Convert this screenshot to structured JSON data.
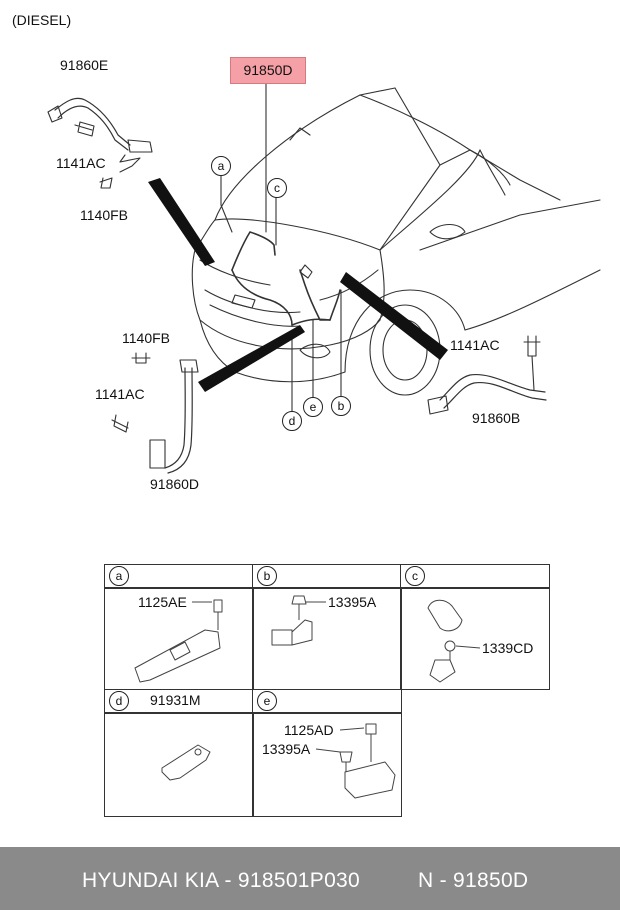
{
  "variant_label": "(DIESEL)",
  "highlighted_part": "91850D",
  "parts": {
    "p91860E": "91860E",
    "p1141AC_top": "1141AC",
    "p1140FB_top": "1140FB",
    "p1140FB_left": "1140FB",
    "p1141AC_left": "1141AC",
    "p91860D": "91860D",
    "p1141AC_right": "1141AC",
    "p91860B": "91860B"
  },
  "callouts": {
    "a": "a",
    "b": "b",
    "c": "c",
    "d": "d",
    "e": "e"
  },
  "legend": {
    "a": {
      "key": "a",
      "part": "1125AE"
    },
    "b": {
      "key": "b",
      "part": "13395A"
    },
    "c": {
      "key": "c",
      "part": "1339CD"
    },
    "d": {
      "key": "d",
      "part": "91931M"
    },
    "e": {
      "key": "e",
      "part1": "1125AD",
      "part2": "13395A"
    }
  },
  "footer": {
    "brand": "HYUNDAI  KIA - 918501P030",
    "ref": "N - 91850D"
  }
}
